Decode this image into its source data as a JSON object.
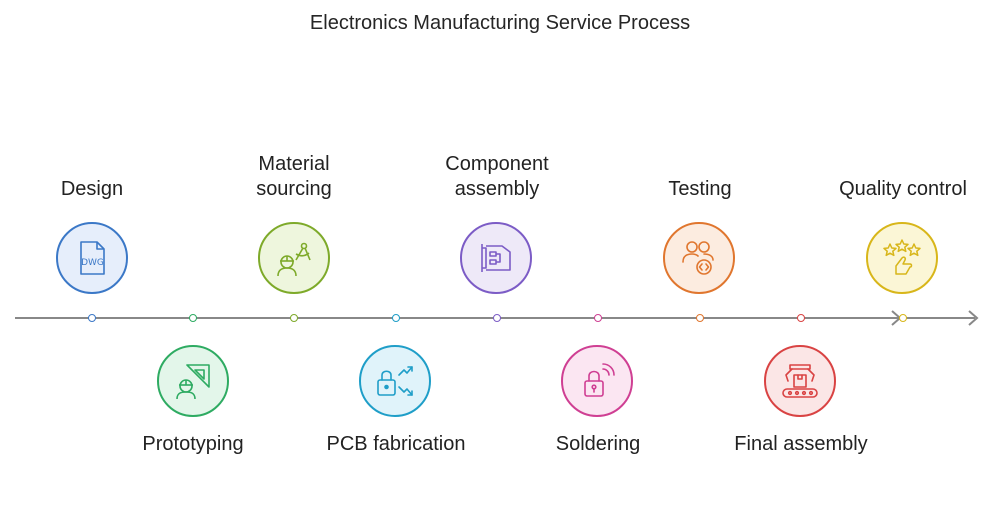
{
  "title": "Electronics Manufacturing Service Process",
  "steps": [
    {
      "label": "Design",
      "icon": "dwg-file-icon",
      "color": "#3b78c7",
      "fill": "#e6eefb"
    },
    {
      "label": "Prototyping",
      "icon": "engineer-triangle-icon",
      "color": "#2eab62",
      "fill": "#e3f6ea"
    },
    {
      "label": "Material sourcing",
      "icon": "engineer-compass-icon",
      "color": "#7eaa2a",
      "fill": "#eef6dd"
    },
    {
      "label": "PCB fabrication",
      "icon": "lock-arrows-icon",
      "color": "#1f9ec8",
      "fill": "#e0f3fa"
    },
    {
      "label": "Component assembly",
      "icon": "circuit-component-icon",
      "color": "#7c5cc6",
      "fill": "#eee9f8"
    },
    {
      "label": "Soldering",
      "icon": "lock-signal-icon",
      "color": "#cf3f93",
      "fill": "#fbe6f2"
    },
    {
      "label": "Testing",
      "icon": "users-code-icon",
      "color": "#e0762e",
      "fill": "#fcece0"
    },
    {
      "label": "Final assembly",
      "icon": "robot-conveyor-icon",
      "color": "#d94343",
      "fill": "#fbe6e6"
    },
    {
      "label": "Quality control",
      "icon": "stars-hand-icon",
      "color": "#d8b61a",
      "fill": "#fbf6d6"
    }
  ]
}
